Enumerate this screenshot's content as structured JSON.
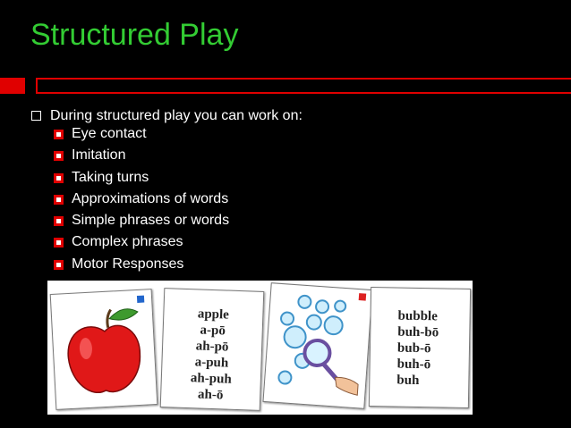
{
  "slide": {
    "title": "Structured Play",
    "main_bullet": "During structured play you can work on:",
    "sub_items": [
      "Eye contact",
      "Imitation",
      "Taking turns",
      "Approximations of words",
      "Simple phrases or words",
      "Complex phrases",
      "Motor Responses"
    ]
  },
  "cards": {
    "apple_words": [
      "apple",
      "a-pō",
      "ah-pō",
      "a-puh",
      "ah-puh",
      "ah-ō"
    ],
    "bubble_words": [
      "bubble",
      "buh-bō",
      "bub-ō",
      "buh-ō",
      "buh"
    ]
  },
  "colors": {
    "title": "#33cc33",
    "accent": "#e00000",
    "background": "#000000"
  }
}
